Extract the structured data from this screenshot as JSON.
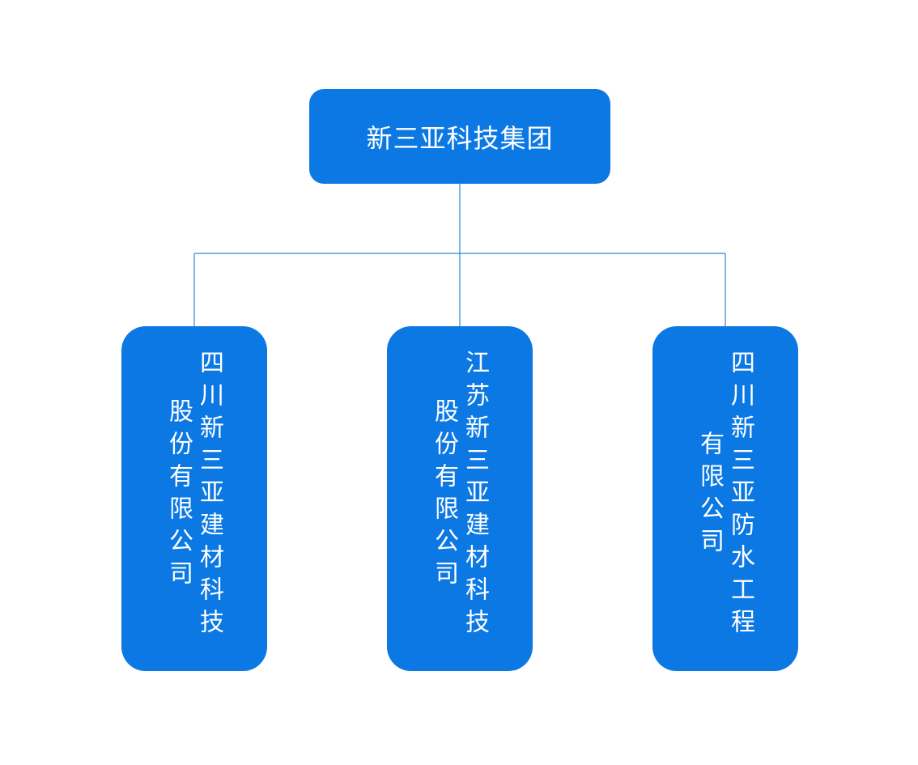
{
  "diagram": {
    "root": {
      "label": "新三亚科技集团"
    },
    "children": [
      {
        "line1": "四川新三亚建材科技",
        "line2": "股份有限公司"
      },
      {
        "line1": "江苏新三亚建材科技",
        "line2": "股份有限公司"
      },
      {
        "line1": "四川新三亚防水工程",
        "line2": "有限公司"
      }
    ],
    "colors": {
      "node_fill": "#0b78e3",
      "connector": "#2f86d6",
      "text": "#ffffff"
    }
  }
}
